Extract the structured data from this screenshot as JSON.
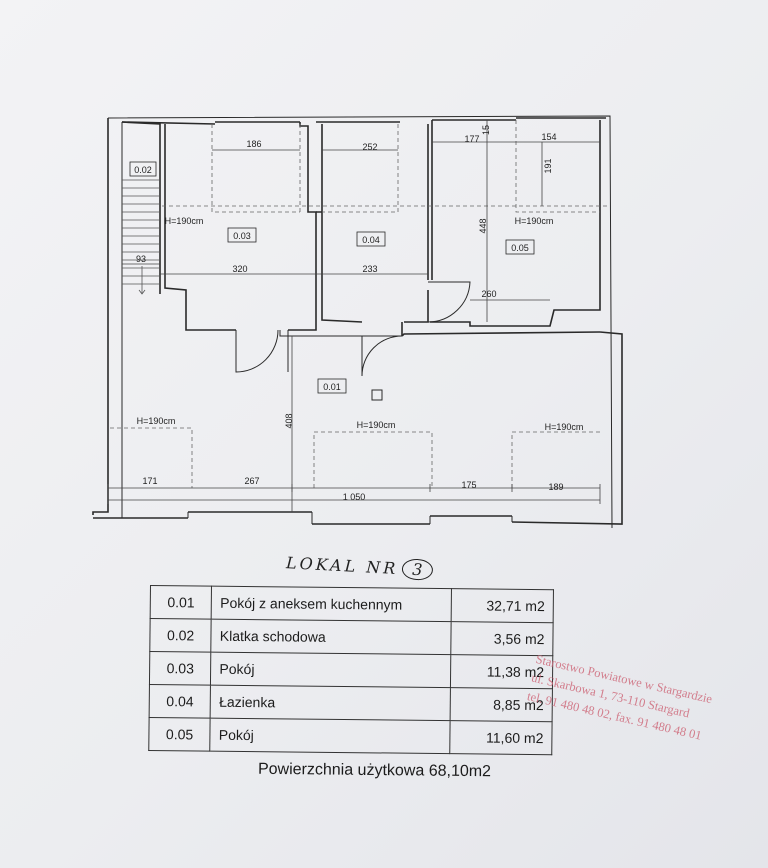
{
  "plan": {
    "dimensions": [
      "186",
      "252",
      "177",
      "15",
      "154",
      "191",
      "448",
      "93",
      "320",
      "233",
      "260",
      "408",
      "171",
      "267",
      "1 050",
      "175",
      "189"
    ],
    "rooms": [
      "0.02",
      "0.03",
      "0.04",
      "0.05",
      "0.01"
    ],
    "heights": [
      "H=190cm",
      "H=190cm",
      "H=190cm",
      "H=190cm",
      "H=190cm"
    ]
  },
  "handwritten": {
    "text": "LOKAL NR",
    "number": "3"
  },
  "table": {
    "rows": [
      {
        "no": "0.01",
        "name": "Pokój z aneksem kuchennym",
        "area": "32,71 m2"
      },
      {
        "no": "0.02",
        "name": "Klatka schodowa",
        "area": "3,56 m2"
      },
      {
        "no": "0.03",
        "name": "Pokój",
        "area": "11,38 m2"
      },
      {
        "no": "0.04",
        "name": "Łazienka",
        "area": "8,85 m2"
      },
      {
        "no": "0.05",
        "name": "Pokój",
        "area": "11,60 m2"
      }
    ]
  },
  "total": "Powierzchnia użytkowa 68,10m2",
  "stamp": {
    "line1": "Starostwo Powiatowe w Stargardzie",
    "line2": "ul. Skarbowa 1, 73-110 Stargard",
    "line3": "tel. 91 480 48 02, fax. 91 480 48 01",
    "color": "#cf6b7c"
  }
}
